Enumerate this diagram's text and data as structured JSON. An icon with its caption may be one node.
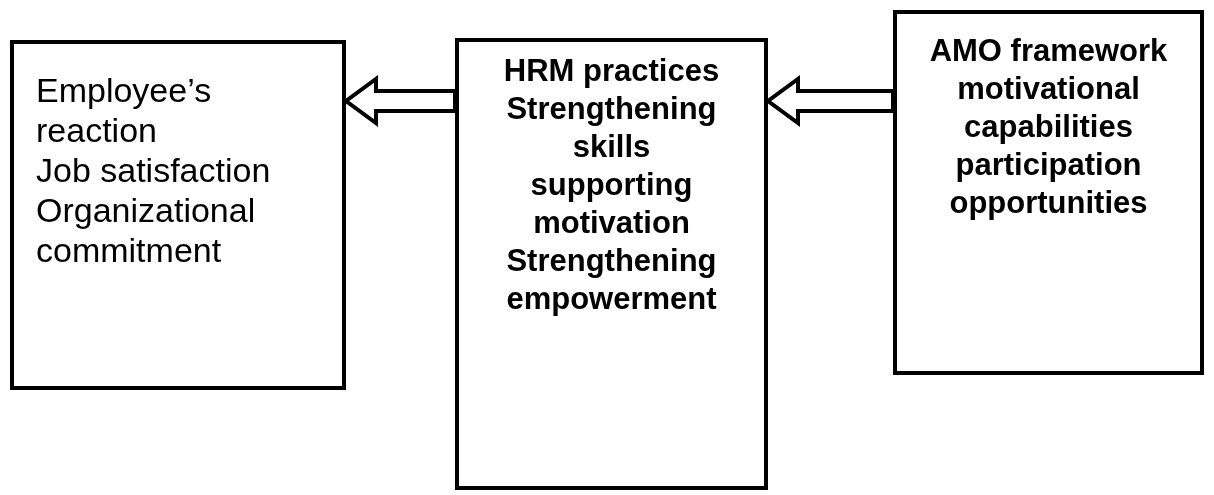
{
  "diagram": {
    "nodes": [
      {
        "text": [
          "Employee’s reaction",
          "Job satisfaction",
          "Organizational commitment"
        ]
      },
      {
        "text": [
          "HRM practices",
          "Strengthening skills",
          "supporting motivation",
          "Strengthening empowerment"
        ]
      },
      {
        "text": [
          "AMO framework",
          "motivational",
          "capabilities",
          "participation",
          "opportunities"
        ]
      }
    ],
    "edges": [
      {
        "from": 1,
        "to": 0,
        "arrow": "to"
      },
      {
        "from": 2,
        "to": 1,
        "arrow": "to"
      }
    ]
  }
}
